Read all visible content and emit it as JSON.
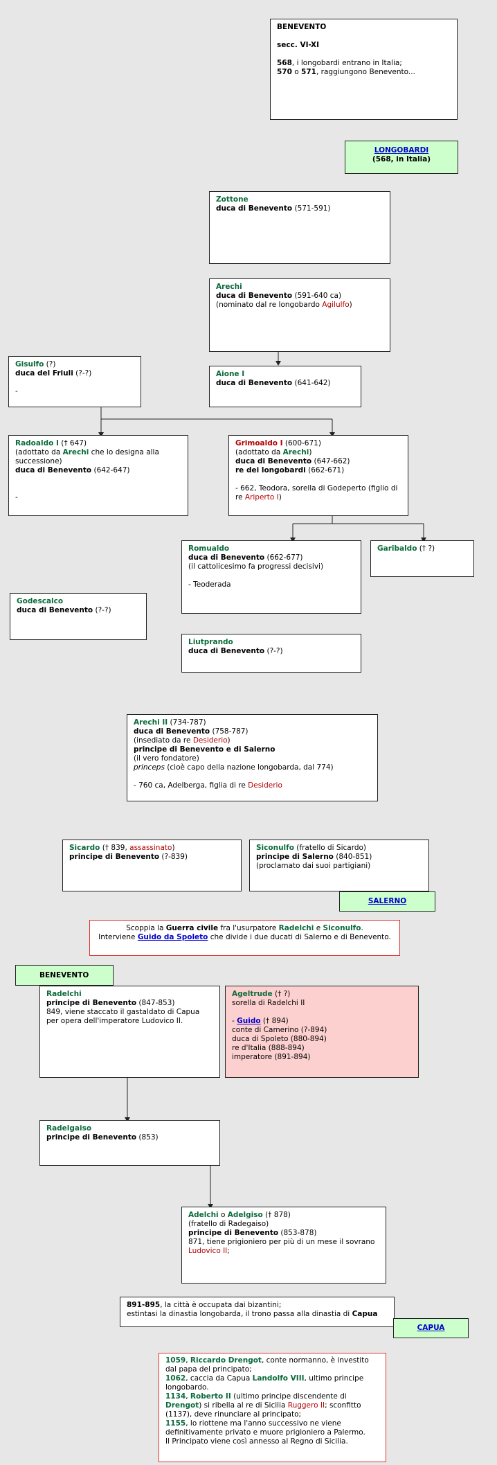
{
  "intro": {
    "title": "BENEVENTO",
    "period": "secc. VI-XI",
    "line1": "568, i longobardi entrano in Italia;",
    "line2": "570 o 571, raggiungono Benevento..."
  },
  "longobardi": {
    "link": "LONGOBARDI",
    "sub": "(568, in Italia)"
  },
  "zottone": {
    "name": "Zottone",
    "title": "duca di Benevento",
    "dates": "(571-591)"
  },
  "arechi1": {
    "name": "Arechi",
    "title": "duca di Benevento",
    "dates": "(591-640 ca)",
    "note_pre": "(nominato dal re longobardo ",
    "note_name": "Agilulfo",
    "note_post": ")"
  },
  "gisulfo": {
    "name": "Gisulfo",
    "mark": "(?)",
    "title": "duca del Friuli",
    "dates": "(?-?)",
    "dash": "-"
  },
  "aione": {
    "name": "Aione I",
    "title": "duca di Benevento",
    "dates": "(641-642)"
  },
  "radoaldo": {
    "name": "Radoaldo I",
    "mark": "(† 647)",
    "adopt_pre": "(adottato da ",
    "adopt_name": "Arechi",
    "adopt_post": " che lo designa alla successione)",
    "title": "duca di Benevento",
    "dates": "(642-647)",
    "dash": "-"
  },
  "grimoaldo": {
    "name": "Grimoaldo I",
    "mark": "(600-671)",
    "adopt_pre": "(adottato da ",
    "adopt_name": "Arechi",
    "adopt_post": ")",
    "title1": "duca di Benevento",
    "dates1": "(647-662)",
    "title2": "re dei longobardi",
    "dates2": "(662-671)",
    "wife_pre": "- 662, Teodora, sorella di Godeperto (figlio di re ",
    "wife_name": "Ariperto I",
    "wife_post": ")"
  },
  "romualdo": {
    "name": "Romualdo",
    "title": "duca di Benevento",
    "dates": "(662-677)",
    "note": "(il cattolicesimo fa progressi decisivi)",
    "wife": "- Teoderada"
  },
  "garibaldo": {
    "name": "Garibaldo",
    "mark": "(† ?)"
  },
  "godescalco": {
    "name": "Godescalco",
    "title": "duca di Benevento",
    "dates": "(?-?)"
  },
  "liutprando": {
    "name": "Liutprando",
    "title": "duca di Benevento",
    "dates": "(?-?)"
  },
  "arechi2": {
    "name": "Arechi II",
    "mark": "(734-787)",
    "title1": "duca di Benevento",
    "dates1": "(758-787)",
    "note1_pre": "(insediato da re ",
    "note1_name": "Desiderio",
    "note1_post": ")",
    "title2": "principe di Benevento e di Salerno",
    "note2": "(il vero fondatore)",
    "princeps": "princeps",
    "princeps_note": "(cioè capo della nazione longobarda, dal 774)",
    "wife_pre": "- 760 ca, Adelberga, figlia di re ",
    "wife_name": "Desiderio"
  },
  "sicardo": {
    "name": "Sicardo",
    "mark_pre": "(† 839, ",
    "mark_red": "assassinato",
    "mark_post": ")",
    "title": "principe di Benevento",
    "dates": "(?-839)"
  },
  "siconulfo": {
    "name": "Siconulfo",
    "note": "(fratello di Sicardo)",
    "title": "principe di Salerno",
    "dates": "(840-851)",
    "note2": "(proclamato dai suoi partigiani)"
  },
  "salerno_link": "SALERNO",
  "war": {
    "p1": "Scoppia la ",
    "p2": "Guerra civile",
    "p3": " fra l'usurpatore ",
    "n1": "Radelchi",
    "p4": " e ",
    "n2": "Siconulfo",
    "p5": ".",
    "p6": "Interviene ",
    "link": "Guido da Spoleto",
    "p7": " che divide i due ducati di Salerno e di Benevento."
  },
  "benevento_label": "BENEVENTO",
  "radelchi": {
    "name": "Radelchi",
    "title": "principe di Benevento",
    "dates": "(847-853)",
    "note": "849, viene staccato il gastaldato di Capua per opera dell'imperatore Ludovico II."
  },
  "ageltrude": {
    "name": "Ageltrude",
    "mark": "(† ?)",
    "sub": "sorella di Radelchi II",
    "dash": "- ",
    "link": "Guido",
    "link_mark": "(† 894)",
    "t1": "conte di Camerino (?-894)",
    "t2": "duca di Spoleto (880-894)",
    "t3": "re d'Italia (888-894)",
    "t4": "imperatore (891-894)"
  },
  "radelgaiso": {
    "name": "Radelgaiso",
    "title": "principe di Benevento",
    "dates": "(853)"
  },
  "adelchi": {
    "name1": "Adelchi",
    "or": " o ",
    "name2": "Adelgiso",
    "mark": "(† 878)",
    "note": "(fratello di Radegaiso)",
    "title": "principe di Benevento",
    "dates": "(853-878)",
    "note2": "871, tiene prigioniero per più di un mese il sovrano ",
    "note2_name": "Ludovico II",
    "note2_post": ";"
  },
  "byzantine": {
    "years": "891-895",
    "l1": ", la città è occupata dai bizantini;",
    "l2a": "estintasi la dinastia longobarda, il trono passa alla dinastia di ",
    "l2b": "Capua"
  },
  "capua_link": "CAPUA",
  "final": {
    "y1": "1059",
    "n1": "Riccardo Drengot",
    "t1": ", conte normanno, è investito dal papa del principato;",
    "y2": "1062",
    "t2a": ", caccia da Capua ",
    "n2": "Landolfo VIII",
    "t2b": ", ultimo principe longobardo.",
    "y3": "1134",
    "n3": "Roberto II",
    "t3a": " (ultimo principe discendente di ",
    "n3b": "Drengot",
    "t3b": ") si ribella al re di Sicilia ",
    "n3c": "Ruggero II",
    "t3c": "; sconfitto (1137), deve rinunciare al principato;",
    "y4": "1155",
    "t4": ", lo riottene ma l'anno successivo ne viene definitivamente privato e muore prigioniero a Palermo.",
    "t5": "Il Principato viene così annesso al Regno di Sicilia."
  },
  "colors": {
    "background": "#e7e7e7",
    "name_green": "#0a6a3a",
    "name_red": "#b00000",
    "link_blue": "#0000cc",
    "label_green_bg": "#ccffcc",
    "pink_bg": "#fdd0d0"
  }
}
